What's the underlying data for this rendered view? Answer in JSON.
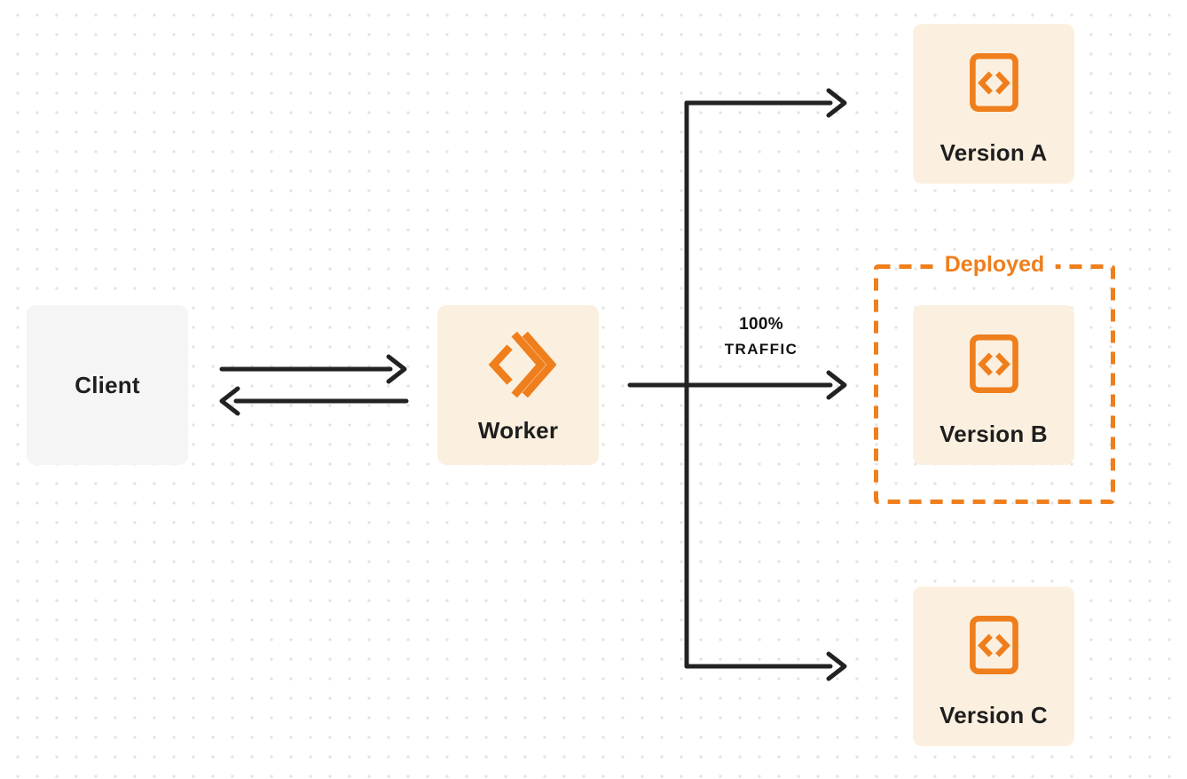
{
  "nodes": {
    "client": {
      "label": "Client"
    },
    "worker": {
      "label": "Worker"
    },
    "version_a": {
      "label": "Version A"
    },
    "version_b": {
      "label": "Version B"
    },
    "version_c": {
      "label": "Version C"
    }
  },
  "annotations": {
    "deployed_label": "Deployed",
    "traffic_line1": "100%",
    "traffic_line2": "TRAFFIC"
  },
  "icons": {
    "worker_logo": "workers-chevron-logo-icon",
    "version_file": "code-file-icon"
  },
  "colors": {
    "orange": "#EF7E1C",
    "cream": "#FBF0E0",
    "client_bg": "#F5F5F6",
    "arrow": "#222222",
    "text": "#1E1E1E"
  }
}
